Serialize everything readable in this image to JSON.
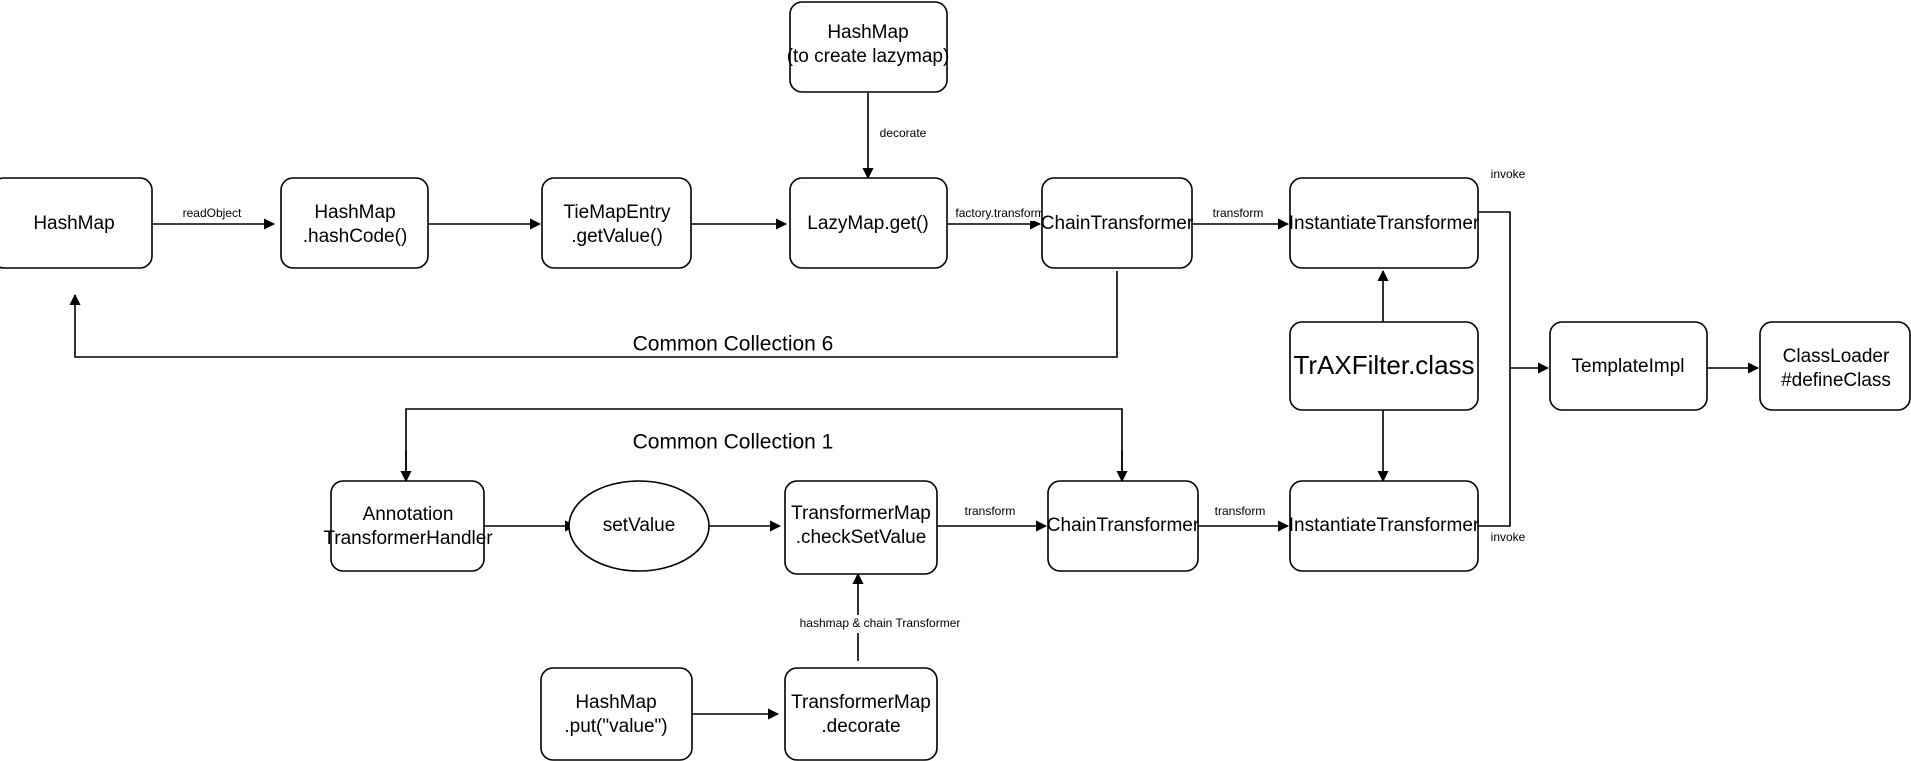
{
  "diagram": {
    "title": "Java Deserialization Gadget Chain (Commons Collections)",
    "background_color": "#ffffff",
    "stroke_color": "#000000",
    "node_fill": "#ffffff",
    "nodes": {
      "hashmap_lazymap": {
        "line1": "HashMap",
        "line2": "(to create lazymap)"
      },
      "hashmap_entry": {
        "line1": "HashMap",
        "line2": ""
      },
      "hashmap_hashcode": {
        "line1": "HashMap",
        "line2": ".hashCode()"
      },
      "tiemapentry_getvalue": {
        "line1": "TieMapEntry",
        "line2": ".getValue()"
      },
      "lazymap_get": {
        "line1": "LazyMap.get()",
        "line2": ""
      },
      "chaintransformer_top": {
        "line1": "ChainTransformer",
        "line2": ""
      },
      "instantiatetransformer_top": {
        "line1": "InstantiateTransformer",
        "line2": ""
      },
      "traxfilter_class": {
        "line1": "TrAXFilter.class",
        "line2": ""
      },
      "templateimpl": {
        "line1": "TemplateImpl",
        "line2": ""
      },
      "classloader_defineclass": {
        "line1": "ClassLoader",
        "line2": "#defineClass"
      },
      "annotation_transformerhandler": {
        "line1": "Annotation",
        "line2": "TransformerHandler"
      },
      "setvalue": {
        "line1": "setValue",
        "line2": ""
      },
      "transformermap_checksetvalue": {
        "line1": "TransformerMap",
        "line2": ".checkSetValue"
      },
      "chaintransformer_bottom": {
        "line1": "ChainTransformer",
        "line2": ""
      },
      "instantiatetransformer_bottom": {
        "line1": "InstantiateTransformer",
        "line2": ""
      },
      "hashmap_put_value": {
        "line1": "HashMap",
        "line2": ".put(\"value\")"
      },
      "transformermap_decorate": {
        "line1": "TransformerMap",
        "line2": ".decorate"
      }
    },
    "edge_labels": {
      "decorate": "decorate",
      "read_object": "readObject",
      "factory_transform": "factory.transform",
      "transform_top_right": "transform",
      "invoke_top": "invoke",
      "transform_bottom_mid": "transform",
      "transform_bottom_right": "transform",
      "invoke_bottom": "invoke",
      "hashmap_chain_transformer": "hashmap & chain Transformer"
    },
    "group_labels": {
      "common_collection_6": "Common Collection 6",
      "common_collection_1": "Common Collection 1"
    }
  }
}
